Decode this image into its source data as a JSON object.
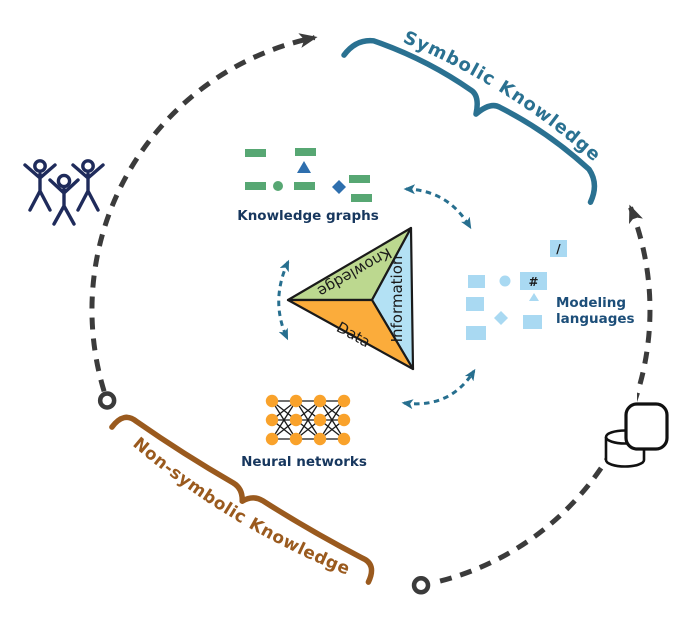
{
  "colors": {
    "symbolic_teal": "#2A7191",
    "non_symbolic_brown": "#9A5A1E",
    "cycle_gray": "#3B3B3B",
    "arrow_teal": "#276F8F",
    "kg_green": "#57A773",
    "kg_blue": "#2E6FAE",
    "ml_light_blue": "#A9D9F2",
    "nn_orange": "#F9A22B",
    "label_navy": "#17375E",
    "ml_label_blue": "#1C4E79",
    "people_navy": "#1F2B5B",
    "triangle_knowledge_green": "#BCD88F",
    "triangle_information_blue": "#B3E1F4",
    "triangle_data_orange": "#FBAC3B",
    "outline_dark": "#1A1A1A",
    "icon_outline_black": "#111111"
  },
  "braces": {
    "symbolic": {
      "label": "Symbolic Knowledge"
    },
    "non_symbolic": {
      "label": "Non-symbolic Knowledge"
    }
  },
  "triangle": {
    "top": "Knowledge",
    "right": "Information",
    "bottom": "Data"
  },
  "nodes": {
    "knowledge_graphs": {
      "label": "Knowledge graphs"
    },
    "modeling_languages": {
      "label_line1": "Modeling",
      "label_line2": "languages",
      "glyph_slash": "/",
      "glyph_hash": "#"
    },
    "neural_networks": {
      "label": "Neural networks"
    }
  }
}
